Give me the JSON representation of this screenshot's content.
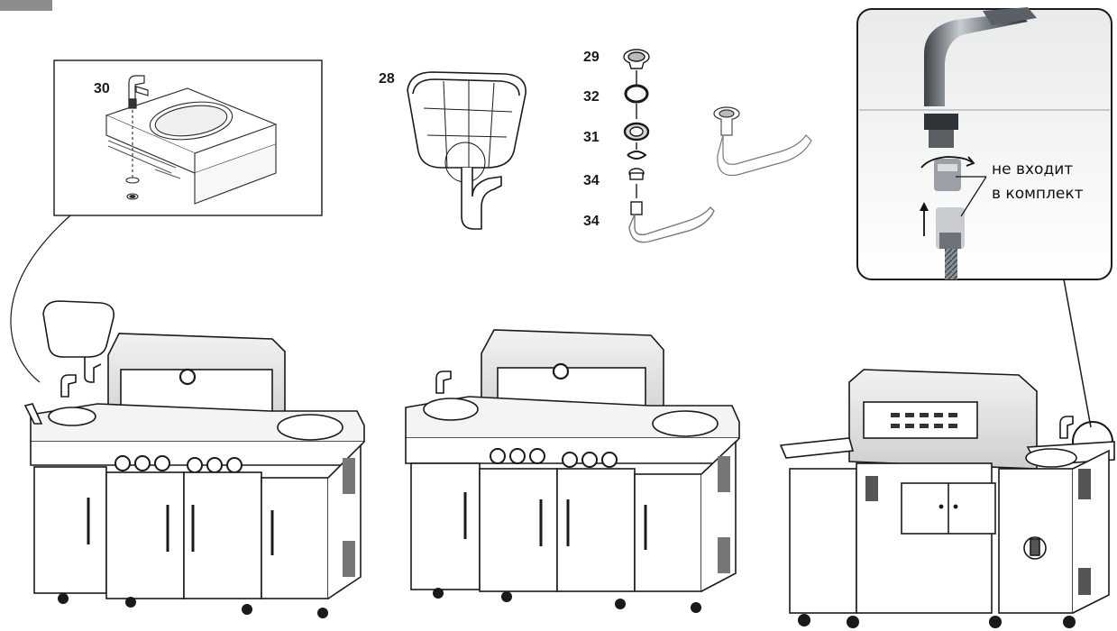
{
  "callouts": {
    "faucet": "30",
    "basket": "28",
    "strainer": "29",
    "ring_a": "32",
    "ring_b": "31",
    "nut": "34",
    "drain_pipe": "34"
  },
  "note": {
    "line1": "не входит",
    "line2": "в комплект"
  },
  "colors": {
    "line": "#1a1a1a",
    "steel_light": "#dfe3e6",
    "steel_dark": "#4a4f55",
    "corner_tab": "#8c8c8c"
  }
}
